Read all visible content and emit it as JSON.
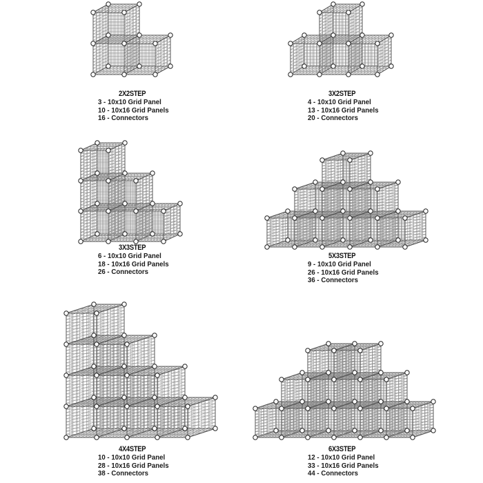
{
  "configurations": [
    {
      "id": "2x2",
      "title": "2X2STEP",
      "parts": [
        {
          "qty": "3",
          "item": "10x10 Grid Panel"
        },
        {
          "qty": "10",
          "item": "10x16 Grid Panels"
        },
        {
          "qty": "16",
          "item": "Connectors"
        }
      ],
      "layout": {
        "columns_heights_left_to_right": [
          2,
          1
        ]
      }
    },
    {
      "id": "3x2",
      "title": "3X2STEP",
      "parts": [
        {
          "qty": "4",
          "item": "10x10 Grid Panel"
        },
        {
          "qty": "13",
          "item": "10x16 Grid Panels"
        },
        {
          "qty": "20",
          "item": "Connectors"
        }
      ],
      "layout": {
        "columns_heights_left_to_right": [
          1,
          2,
          1
        ]
      }
    },
    {
      "id": "3x3",
      "title": "3X3STEP",
      "parts": [
        {
          "qty": "6",
          "item": "10x10 Grid Panel"
        },
        {
          "qty": "18",
          "item": "10x16 Grid Panels"
        },
        {
          "qty": "26",
          "item": "Connectors"
        }
      ],
      "layout": {
        "columns_heights_left_to_right": [
          3,
          2,
          1
        ]
      }
    },
    {
      "id": "5x3",
      "title": "5X3STEP",
      "parts": [
        {
          "qty": "9",
          "item": "10x10 Grid Panel"
        },
        {
          "qty": "26",
          "item": "10x16 Grid Panels"
        },
        {
          "qty": "36",
          "item": "Connectors"
        }
      ],
      "layout": {
        "columns_heights_left_to_right": [
          1,
          2,
          3,
          2,
          1
        ]
      }
    },
    {
      "id": "4x4",
      "title": "4X4STEP",
      "parts": [
        {
          "qty": "10",
          "item": "10x10 Grid Panel"
        },
        {
          "qty": "28",
          "item": "10x16 Grid Panels"
        },
        {
          "qty": "38",
          "item": "Connectors"
        }
      ],
      "layout": {
        "columns_heights_left_to_right": [
          4,
          3,
          2,
          1
        ]
      }
    },
    {
      "id": "6x3",
      "title": "6X3STEP",
      "parts": [
        {
          "qty": "12",
          "item": "10x10 Grid Panel"
        },
        {
          "qty": "33",
          "item": "10x16 Grid Panels"
        },
        {
          "qty": "44",
          "item": "Connectors"
        }
      ],
      "layout": {
        "columns_heights_left_to_right": [
          1,
          2,
          3,
          3,
          2,
          1
        ]
      }
    }
  ],
  "colors": {
    "wire": "#555555",
    "wire_light": "#8a8a8a",
    "connector_fill": "#ffffff",
    "connector_stroke": "#222222",
    "text": "#111111"
  }
}
